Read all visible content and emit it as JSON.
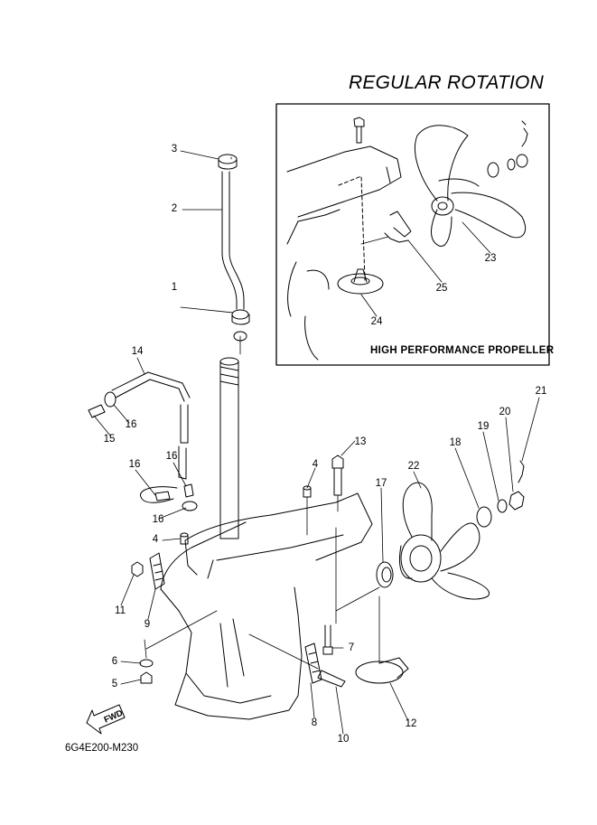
{
  "title": "REGULAR ROTATION",
  "inset_label": "HIGH PERFORMANCE PROPELLER",
  "diagram_code": "6G4E200-M230",
  "fwd_label": "FWD",
  "part_numbers": [
    "1",
    "2",
    "3",
    "4",
    "4",
    "5",
    "6",
    "7",
    "8",
    "9",
    "10",
    "11",
    "12",
    "13",
    "14",
    "15",
    "16",
    "16",
    "16",
    "16",
    "17",
    "18",
    "19",
    "20",
    "21",
    "22",
    "23",
    "24",
    "25"
  ]
}
